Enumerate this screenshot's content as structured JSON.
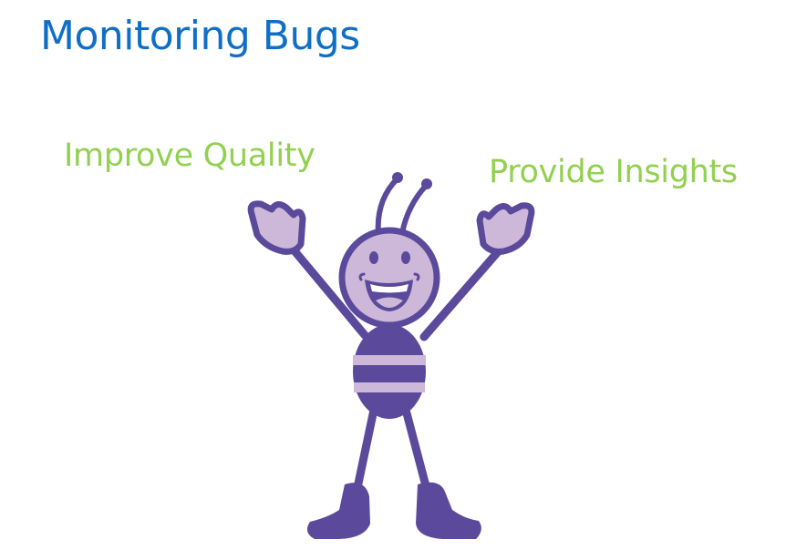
{
  "slide": {
    "title": "Monitoring Bugs",
    "labels": {
      "left": "Improve Quality",
      "right": "Provide Insights"
    },
    "illustration": {
      "icon": "bug-mascot-icon",
      "colors": {
        "dark": "#5b4a9b",
        "light": "#cdb8d9",
        "mouth_inner": "#ffffff"
      }
    }
  },
  "colors": {
    "title": "#0f6fc6",
    "labels": "#92d050",
    "background": "#ffffff"
  }
}
